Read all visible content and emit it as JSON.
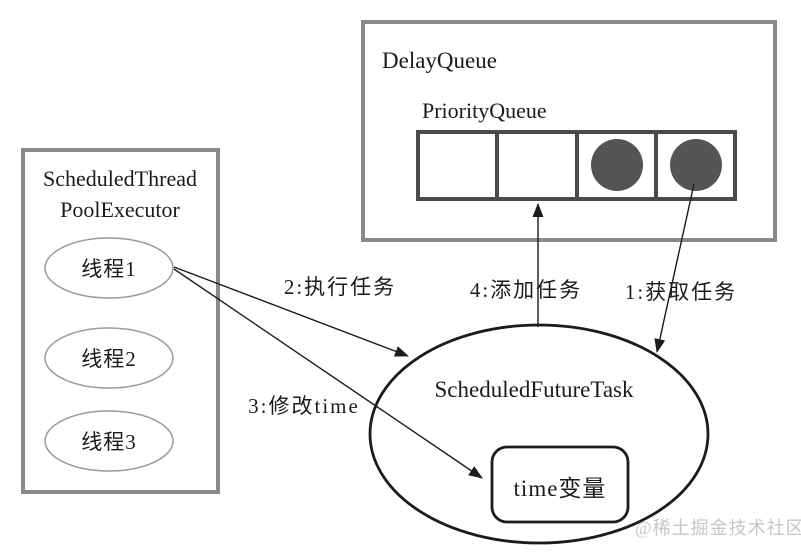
{
  "executor": {
    "title_line1": "ScheduledThread",
    "title_line2": "PoolExecutor",
    "threads": [
      {
        "label": "线程1"
      },
      {
        "label": "线程2"
      },
      {
        "label": "线程3"
      }
    ]
  },
  "delay_queue": {
    "title": "DelayQueue",
    "priority_queue_title": "PriorityQueue",
    "slots": [
      {
        "index": 1,
        "filled": false
      },
      {
        "index": 2,
        "filled": false
      },
      {
        "index": 3,
        "filled": true
      },
      {
        "index": 4,
        "filled": true
      }
    ]
  },
  "task": {
    "title": "ScheduledFutureTask",
    "time_label": "time变量"
  },
  "arrow_labels": {
    "step1": "1:获取任务",
    "step2": "2:执行任务",
    "step3": "3:修改time",
    "step4": "4:添加任务"
  },
  "watermark": "@稀土掘金技术社区",
  "colors": {
    "outer_box_border": "#8a8a8a",
    "queue_border": "#4a4a4a",
    "task_dot": "#545454",
    "thread_ellipse_border": "#9b9b9b",
    "line": "#1b1b1b",
    "watermark": "#c6c6c6",
    "background": "#ffffff"
  }
}
